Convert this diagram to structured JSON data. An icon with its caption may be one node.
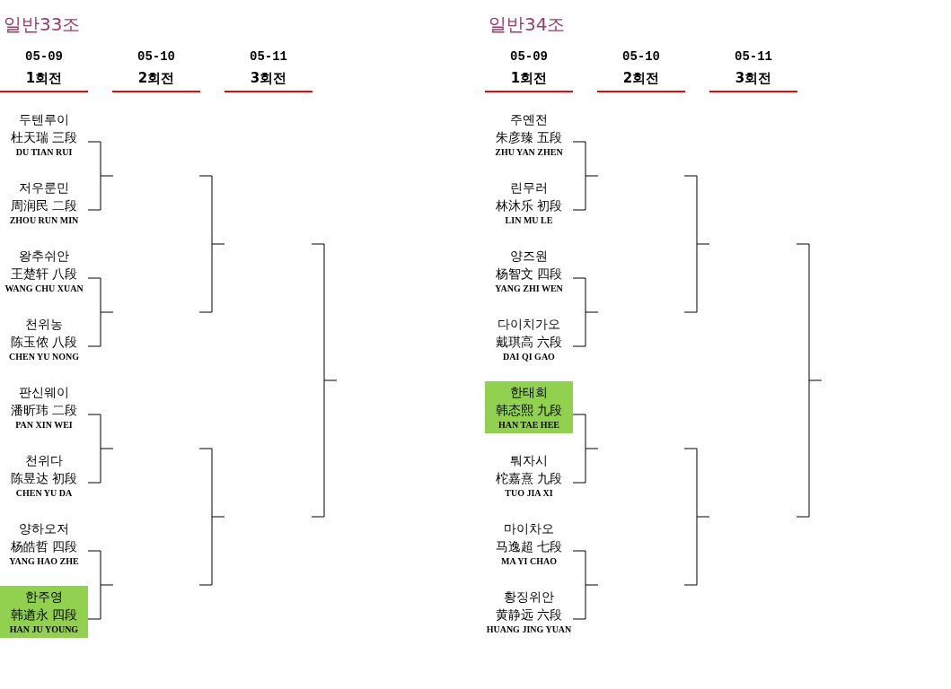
{
  "diagram": {
    "nodes": [
      {
        "text": [
          "두텐루이",
          "杜天瑞 三段",
          "DU TIAN RUI"
        ]
      },
      {
        "text": [
          "저우룬민",
          "周润民 二段",
          "ZHOU RUN MIN"
        ]
      },
      {
        "text": [
          "왕추쉬안",
          "王楚轩 八段",
          "WANG CHU XUAN"
        ]
      },
      {
        "text": [
          "천위농",
          "陈玉侬 八段",
          "CHEN YU NONG"
        ]
      },
      {
        "text": [
          "판신웨이",
          "潘昕玮 二段",
          "PAN XIN WEI"
        ]
      },
      {
        "text": [
          "천위다",
          "陈昱达 初段",
          "CHEN YU DA"
        ]
      },
      {
        "text": [
          "양하오저",
          "杨皓哲 四段",
          "YANG HAO ZHE"
        ]
      },
      {
        "text": [],
        "shape": "box"
      },
      {
        "text": [
          "한주영",
          "韩遒永 四段",
          "HAN JU YOUNG"
        ],
        "in": 7
      },
      {
        "text": [
          "주옌전",
          "朱彦臻 五段",
          "ZHU YAN ZHEN"
        ]
      },
      {
        "text": [
          "린무러",
          "林沐乐 初段",
          "LIN MU LE"
        ]
      },
      {
        "text": [
          "양즈원",
          "杨智文 四段",
          "YANG ZHI WEN"
        ]
      },
      {
        "text": [
          "다이치가오",
          "戴琪高 六段",
          "DAI QI GAO"
        ]
      },
      {
        "text": [],
        "shape": "box"
      },
      {
        "text": [
          "한태희",
          "韩态熙 九段",
          "HAN TAE HEE"
        ],
        "in": 13
      },
      {
        "text": [
          "퉈자시",
          "柁嘉熹 九段",
          "TUO JIA XI"
        ]
      },
      {
        "text": [
          "마이차오",
          "马逸超 七段",
          "MA YI CHAO"
        ]
      },
      {
        "text": [
          "황징위안",
          "黄静远 六段",
          "HUANG JING YUAN"
        ]
      }
    ],
    "labels": [
      "일반33조",
      "05-09",
      "1회전",
      "05-10",
      "2회전",
      "05-11",
      "3회전",
      "일반34조",
      "05-09",
      "1회전",
      "05-10",
      "2회전",
      "05-11",
      "3회전"
    ]
  }
}
